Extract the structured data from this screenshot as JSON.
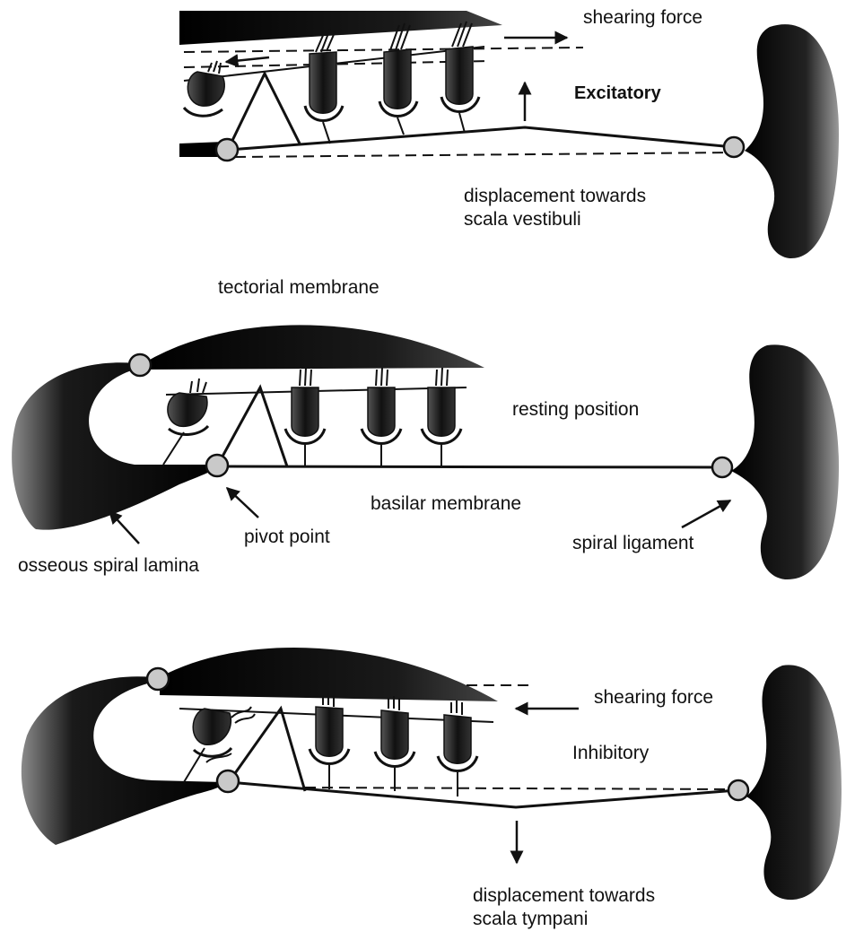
{
  "labels": {
    "shearing_force_top": "shearing force",
    "excitatory": "Excitatory",
    "displacement_vestibuli_line1": "displacement towards",
    "displacement_vestibuli_line2": "scala vestibuli",
    "tectorial_membrane": "tectorial membrane",
    "resting_position": "resting position",
    "basilar_membrane": "basilar membrane",
    "pivot_point": "pivot point",
    "spiral_ligament": "spiral ligament",
    "osseous_spiral_lamina": "osseous spiral lamina",
    "shearing_force_bottom": "shearing force",
    "inhibitory": "Inhibitory",
    "displacement_tympani_line1": "displacement towards",
    "displacement_tympani_line2": "scala tympani"
  },
  "panels": [
    {
      "state": "excitatory",
      "basilar_displacement": "towards scala vestibuli",
      "shear_direction": "right"
    },
    {
      "state": "resting"
    },
    {
      "state": "inhibitory",
      "basilar_displacement": "towards scala tympani",
      "shear_direction": "left"
    }
  ],
  "colors": {
    "tissue": "#111111",
    "pivot_fill": "#c9c9c9",
    "background": "#ffffff"
  }
}
